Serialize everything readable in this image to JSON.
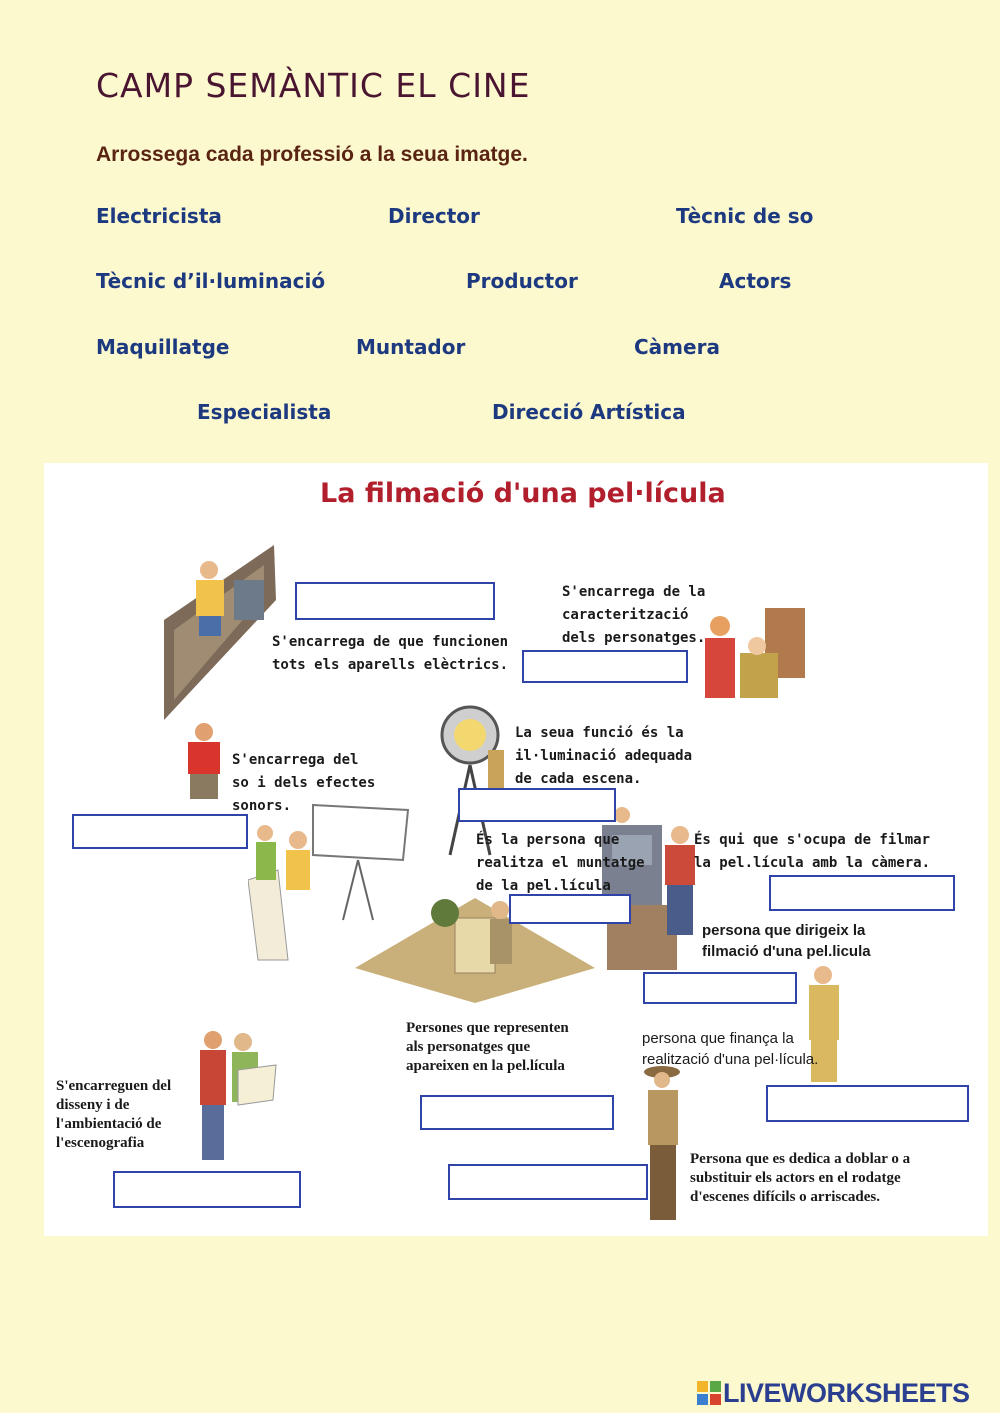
{
  "header": {
    "title": "CAMP SEMÀNTIC EL CINE",
    "instruction": "Arrossega cada professió a la seua imatge."
  },
  "word_bank": [
    "Electricista",
    "Director",
    "Tècnic de so",
    "Tècnic d’il·luminació",
    "Productor",
    "Actors",
    "Maquillatge",
    "Muntador",
    "Càmera",
    "Especialista",
    "Direcció Artística"
  ],
  "panel": {
    "title": "La filmació d'una pel·lícula",
    "descriptions": [
      "S'encarrega de que funcionen\ntots els aparells elèctrics.",
      "S'encarrega de la\ncaracterització\ndels personatges.",
      "La seua funció és la\nil·luminació adequada\nde cada escena.",
      "S'encarrega del\nso i dels efectes\nsonors.",
      "És la persona que\nrealitza el muntatge\nde la pel.lícula",
      "És qui que s'ocupa de filmar\nla pel.lícula amb la càmera.",
      "persona que dirigeix la\nfilmació d'una pel.licula",
      "Persones que representen\nals personatges que\napareixen en la pel.lícula",
      "persona que finança la\nrealització d'una pel·lícula.",
      "S'encarreguen del\ndisseny i de\nl'ambientació de\nl'escenografia",
      "Persona que es dedica a doblar o a\nsubstituir els actors en el rodatge\nd'escenes difícils o arriscades."
    ]
  },
  "colors": {
    "background": "#fdf9cf",
    "word": "#1d3a80",
    "drop_border": "#2f43a8",
    "panel_title": "#b21f2c"
  },
  "brand": {
    "text": "LIVEWORKSHEETS",
    "logo_icon": "liveworksheets-logo-icon"
  }
}
